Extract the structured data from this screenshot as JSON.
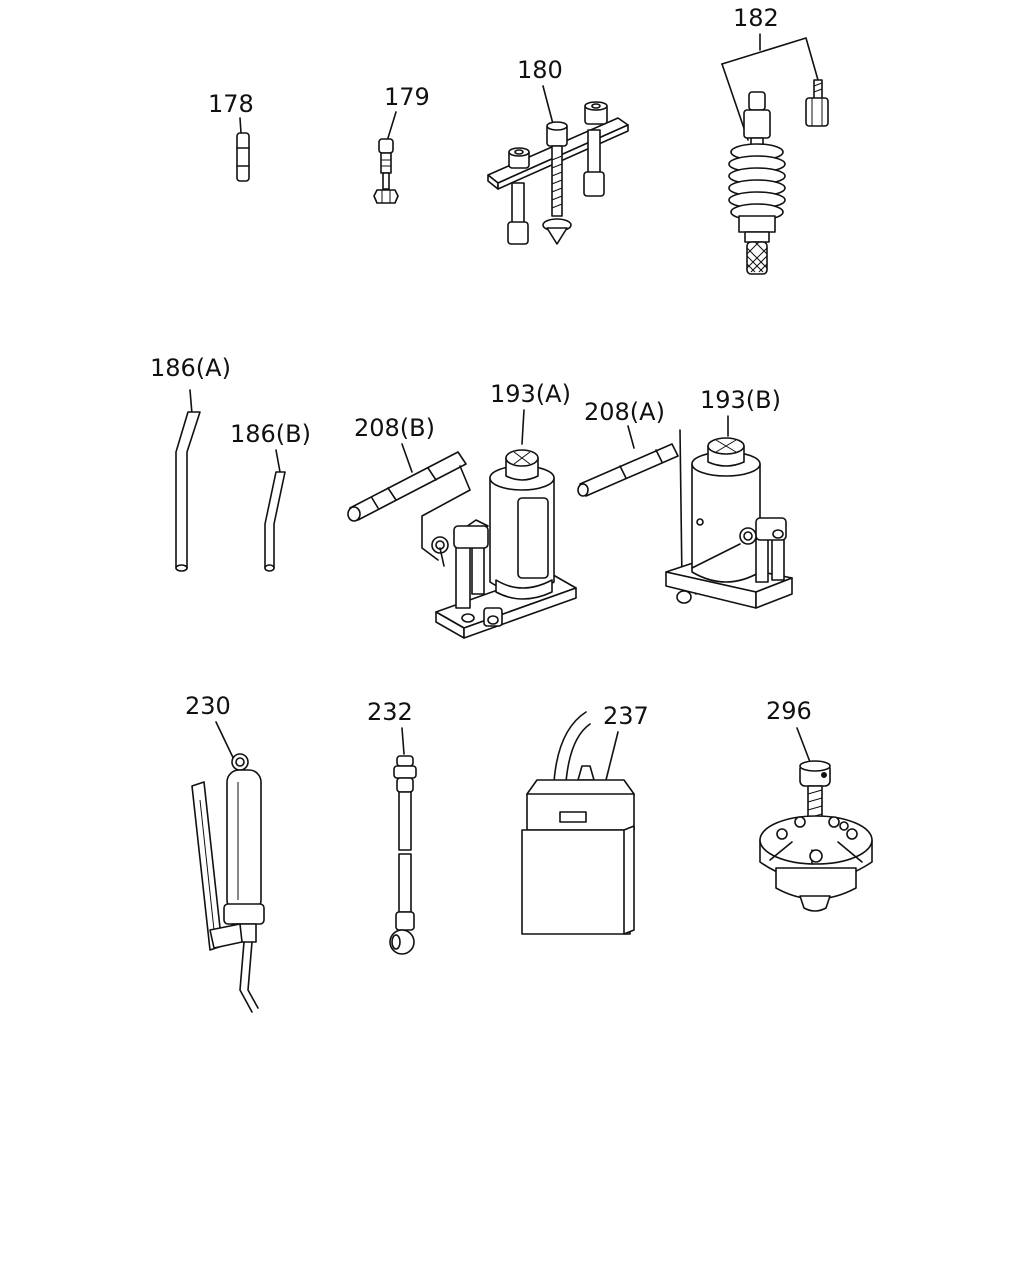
{
  "labels": {
    "p178": "178",
    "p179": "179",
    "p180": "180",
    "p182": "182",
    "p186a": "186(A)",
    "p186b": "186(B)",
    "p208b": "208(B)",
    "p193a": "193(A)",
    "p208a": "208(A)",
    "p193b": "193(B)",
    "p230": "230",
    "p232": "232",
    "p237": "237",
    "p296": "296"
  }
}
